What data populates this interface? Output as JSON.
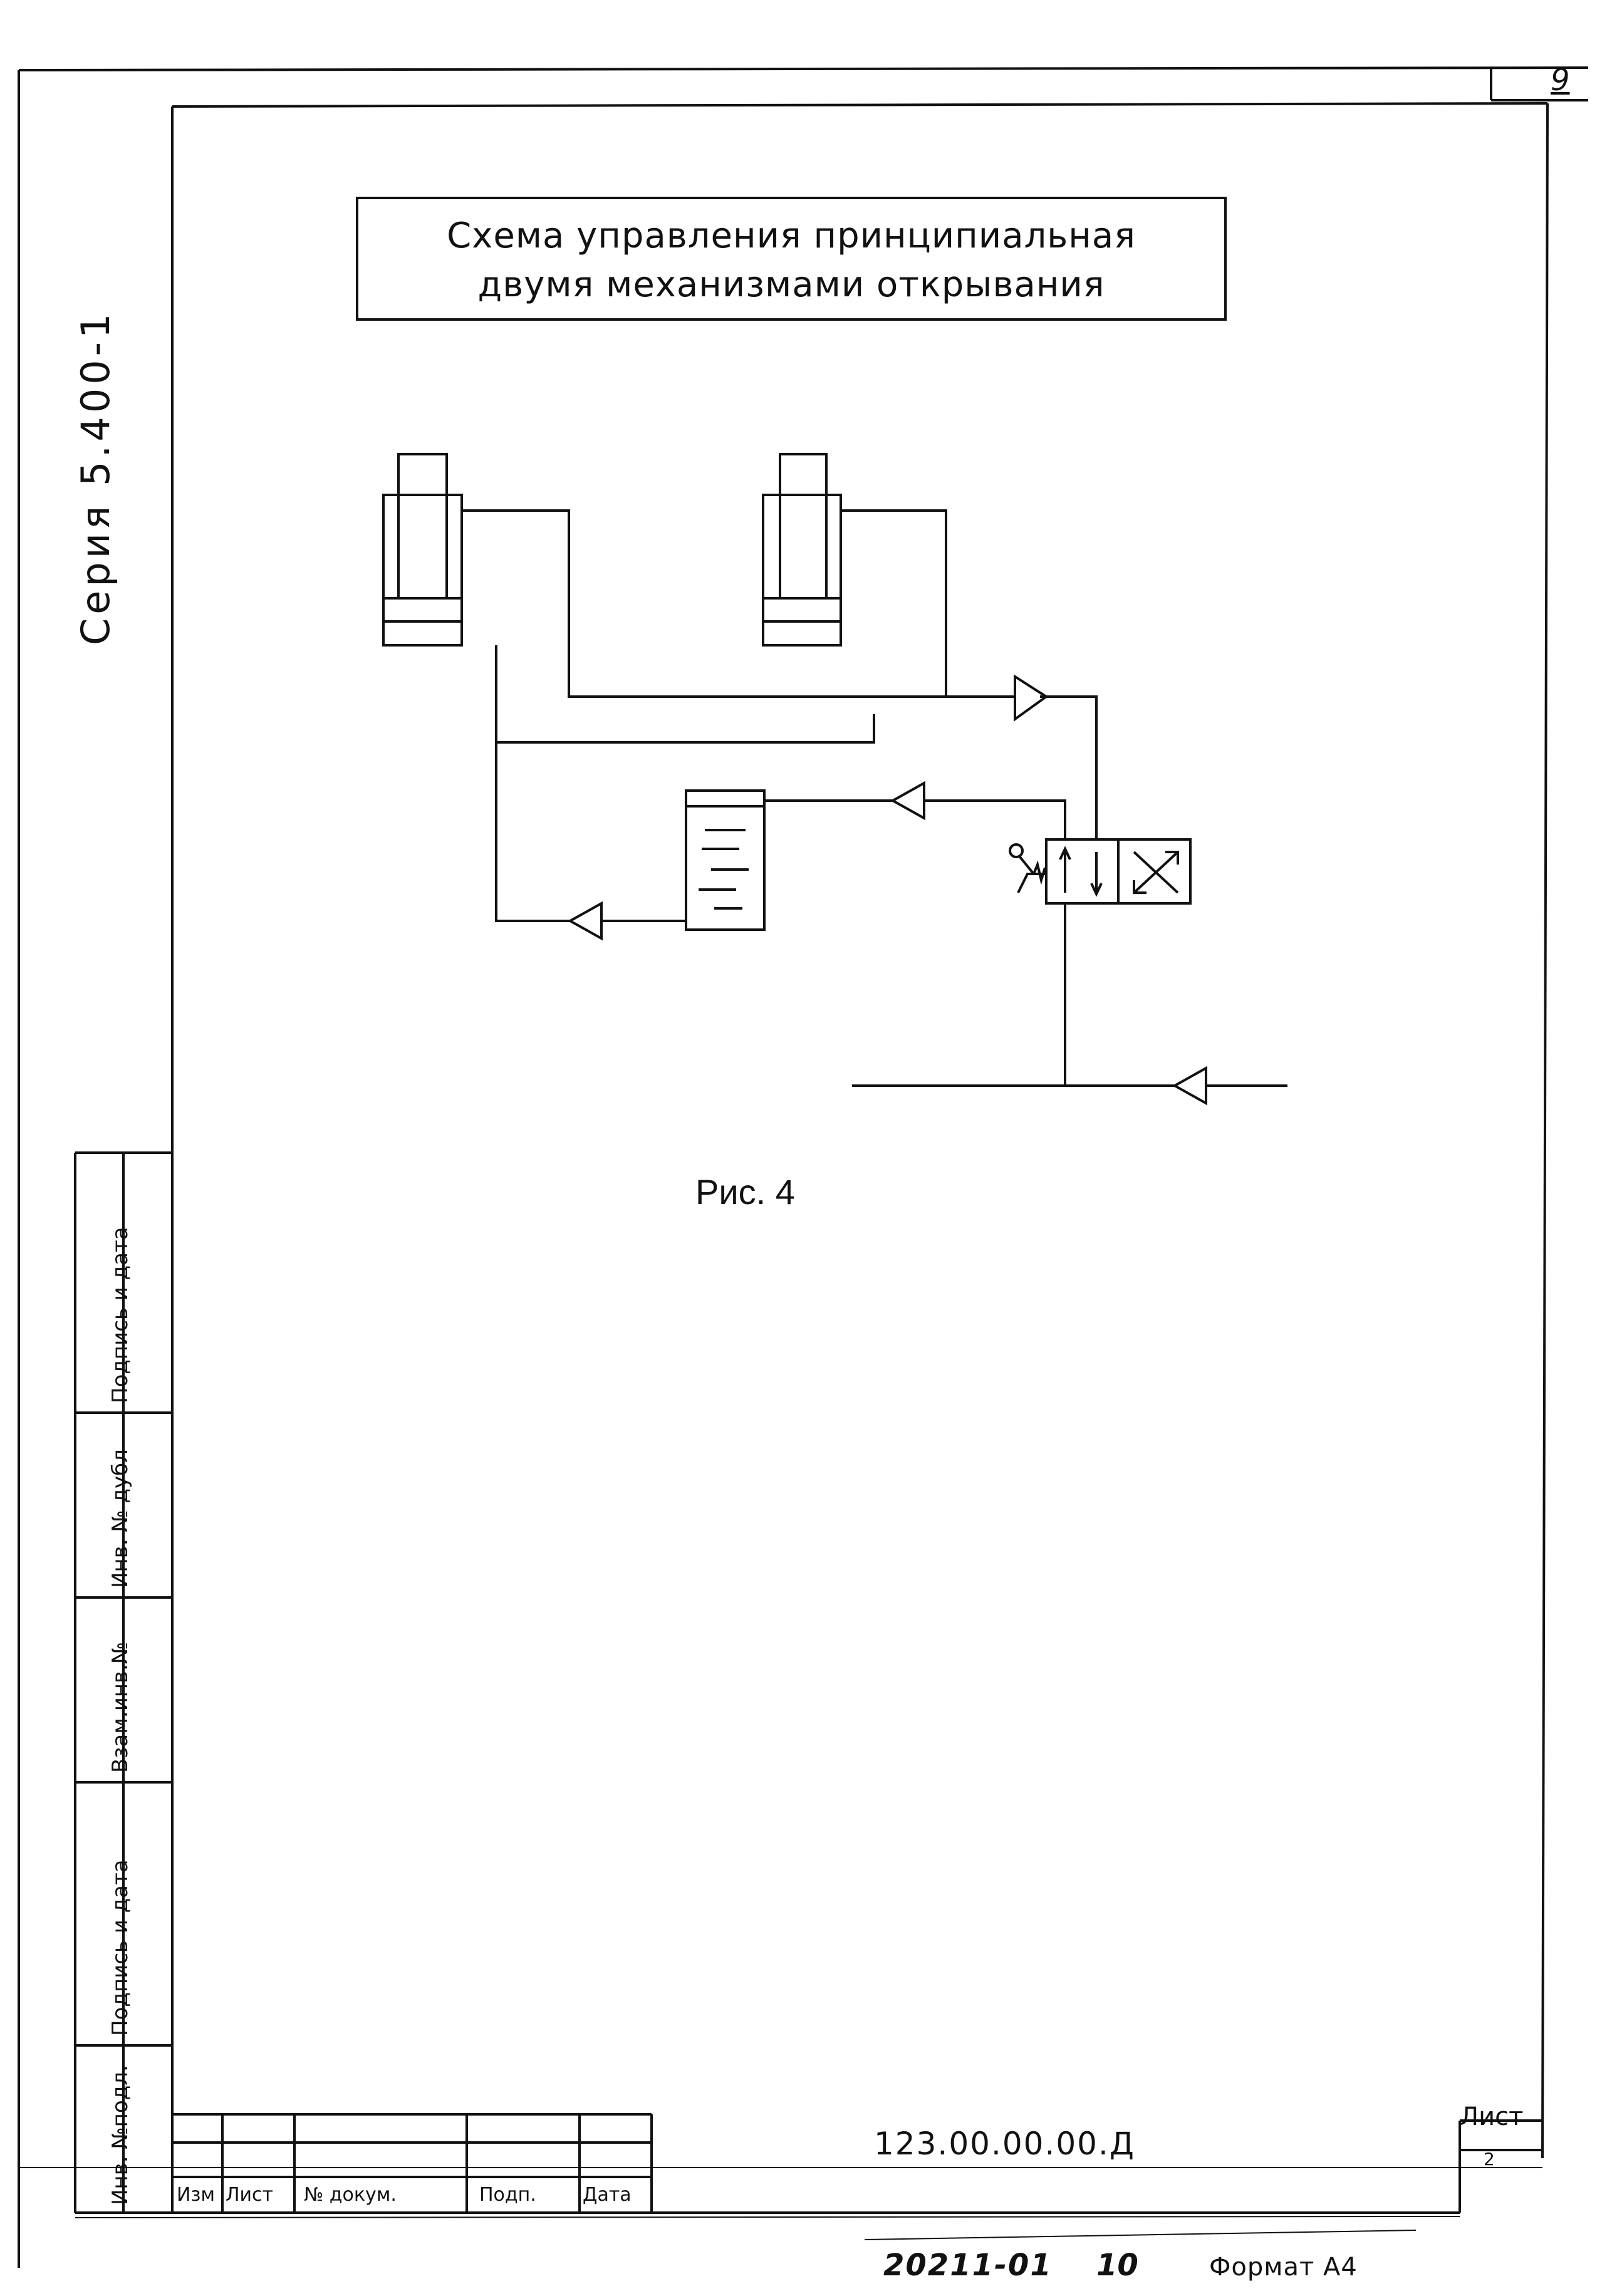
{
  "page_number": "9",
  "title": {
    "line1": "Схема управления принципиальная",
    "line2": "двумя механизмами открывания"
  },
  "series": "Серия 5.400-1",
  "figure_caption": "Рис. 4",
  "side_stamp": {
    "inv_podl": "Инв. №подл.",
    "sign_date_1": "Подпись и дата",
    "vzam_inv": "Взам.инв.№",
    "inv_dubl": "Инв. № дубл",
    "sign_date_2": "Подпись и дата"
  },
  "title_block": {
    "col_izm": "Изм",
    "col_list": "Лист",
    "col_doc": "№ докум.",
    "col_podp": "Подп.",
    "col_date": "Дата",
    "document_code": "123.00.00.00.Д",
    "sheet_label": "Лист",
    "sheet_value": "2"
  },
  "footer": {
    "code": "20211-01",
    "copy": "10",
    "format": "Формат А4"
  }
}
